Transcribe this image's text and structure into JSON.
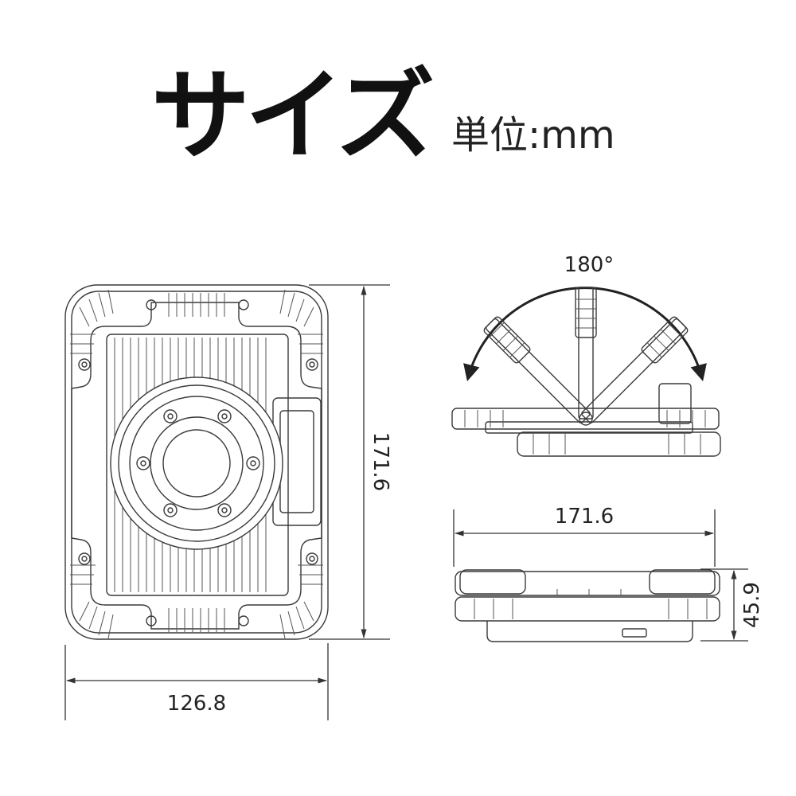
{
  "title": "サイズ",
  "unit": "単位:mm",
  "dimensions": {
    "front_width": "126.8",
    "front_height": "171.6",
    "side_width": "171.6",
    "side_height": "45.9",
    "rotation_angle": "180°"
  },
  "colors": {
    "line": "#3a3a3a",
    "text": "#111111"
  }
}
